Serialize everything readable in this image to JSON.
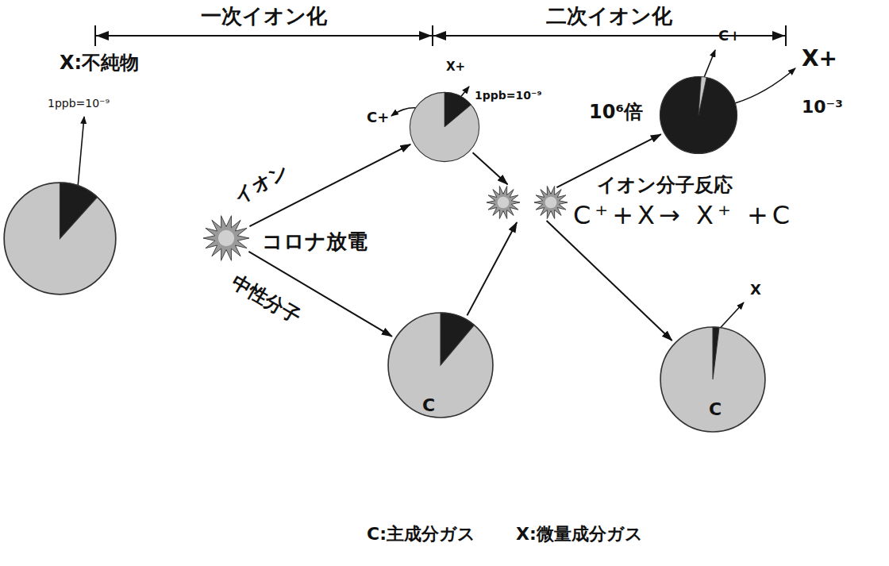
{
  "diagram": {
    "nodes": [
      {
        "text": [
          "X:不純物",
          "1ppb=10⁻⁹"
        ]
      },
      {
        "text": [
          "コロナ放電"
        ]
      },
      {
        "text": [
          "C+",
          "X+",
          "1ppb=10⁻⁹"
        ]
      },
      {
        "text": [
          "C"
        ]
      },
      {
        "text": [
          "C⁺+X→ X⁺ +C"
        ]
      },
      {
        "text": [
          "10⁶倍",
          "C+",
          "X+",
          "10⁻³"
        ]
      },
      {
        "text": [
          "X",
          "C"
        ]
      }
    ],
    "edges": [
      {
        "from": 1,
        "to": 2,
        "arrow": "to",
        "label": "イオン"
      },
      {
        "from": 1,
        "to": 3,
        "arrow": "to",
        "label": "中性分子"
      },
      {
        "from": 2,
        "to": 4,
        "arrow": "to"
      },
      {
        "from": 3,
        "to": 4,
        "arrow": "to"
      },
      {
        "from": 4,
        "to": 5,
        "arrow": "to"
      },
      {
        "from": 4,
        "to": 6,
        "arrow": "to"
      }
    ],
    "labels": [
      "一次イオン化",
      "二次イオン化",
      "イオン分子反応",
      "C:主成分ガス",
      "X:微量成分ガス"
    ]
  }
}
